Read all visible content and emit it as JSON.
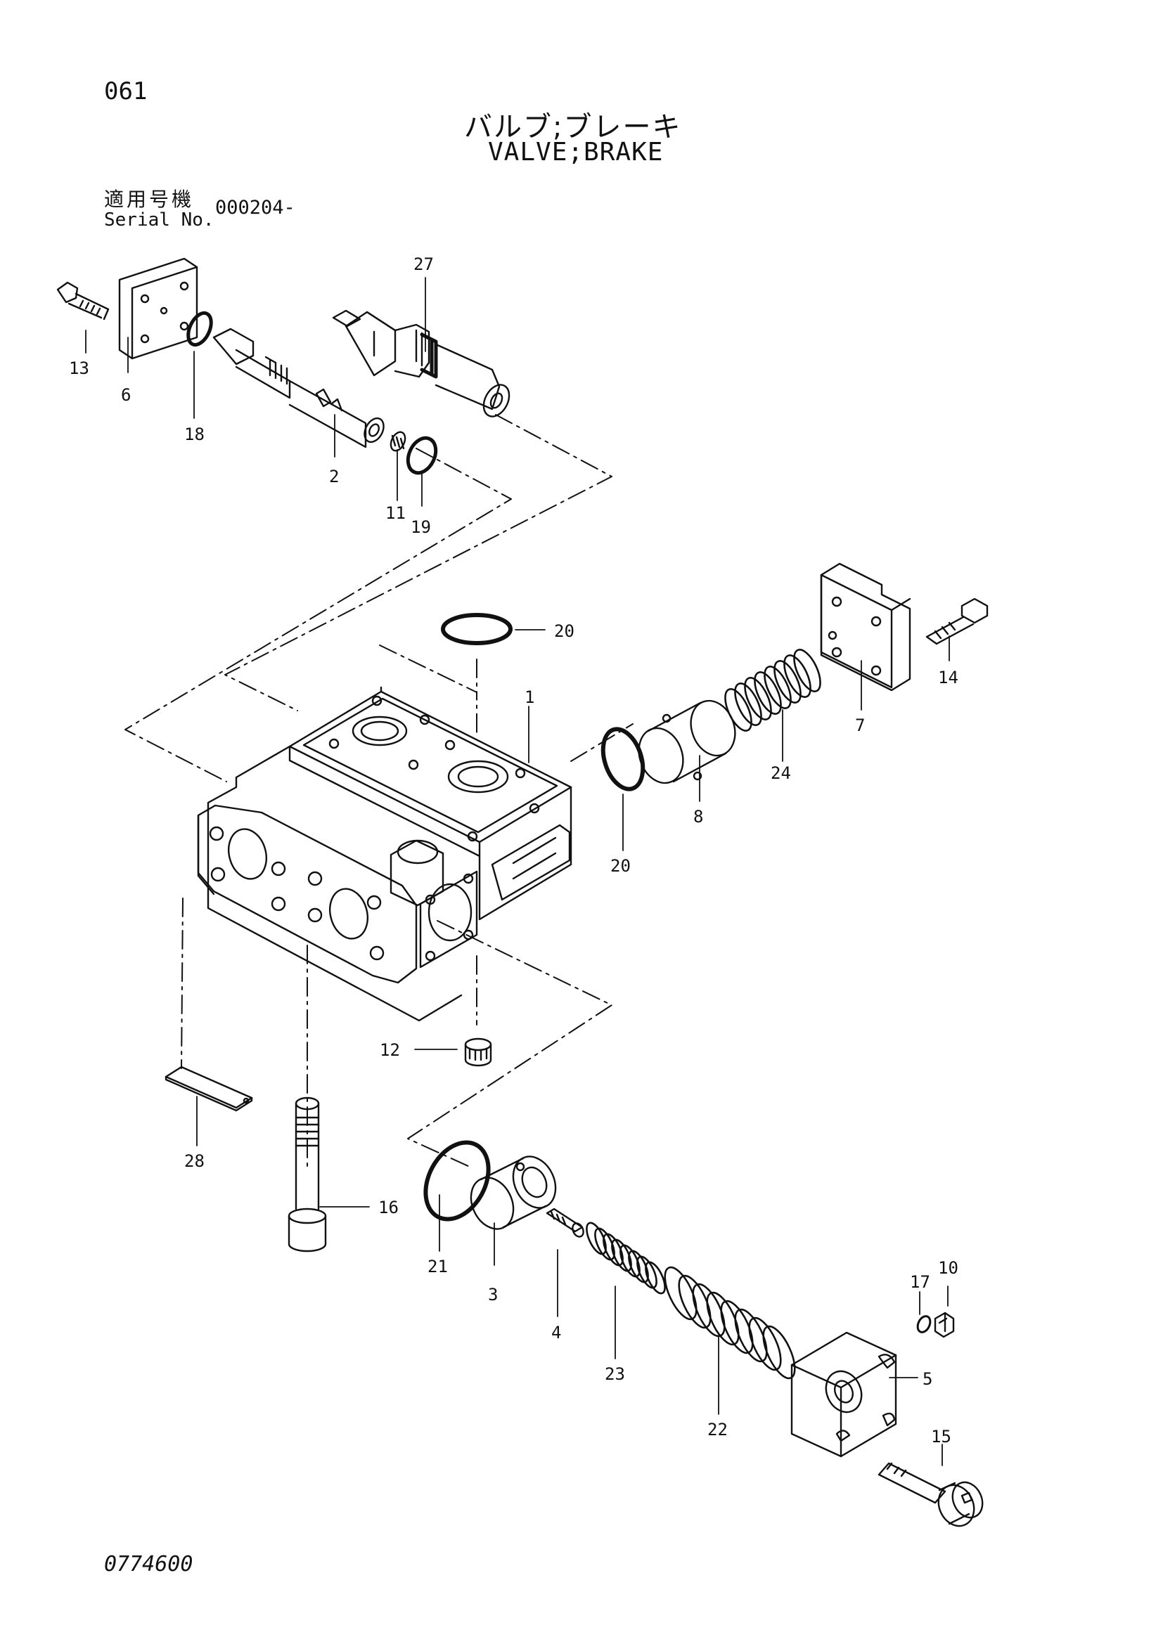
{
  "header": {
    "page_number": "061",
    "title_jp": "バルブ;ブレーキ",
    "title_en": "VALVE;BRAKE",
    "serial_label_jp": "適用号機",
    "serial_label_en": "Serial No.",
    "serial_value": "000204-"
  },
  "footer": {
    "drawing_code": "0774600"
  },
  "callouts": [
    {
      "id": "c27",
      "label": "27"
    },
    {
      "id": "c13",
      "label": "13"
    },
    {
      "id": "c6",
      "label": "6"
    },
    {
      "id": "c18",
      "label": "18"
    },
    {
      "id": "c2",
      "label": "2"
    },
    {
      "id": "c11",
      "label": "11"
    },
    {
      "id": "c19",
      "label": "19"
    },
    {
      "id": "c20a",
      "label": "20"
    },
    {
      "id": "c1",
      "label": "1"
    },
    {
      "id": "c14",
      "label": "14"
    },
    {
      "id": "c7",
      "label": "7"
    },
    {
      "id": "c24",
      "label": "24"
    },
    {
      "id": "c8",
      "label": "8"
    },
    {
      "id": "c20b",
      "label": "20"
    },
    {
      "id": "c12",
      "label": "12"
    },
    {
      "id": "c28",
      "label": "28"
    },
    {
      "id": "c16",
      "label": "16"
    },
    {
      "id": "c21",
      "label": "21"
    },
    {
      "id": "c3",
      "label": "3"
    },
    {
      "id": "c4",
      "label": "4"
    },
    {
      "id": "c23",
      "label": "23"
    },
    {
      "id": "c22",
      "label": "22"
    },
    {
      "id": "c17",
      "label": "17"
    },
    {
      "id": "c10",
      "label": "10"
    },
    {
      "id": "c5",
      "label": "5"
    },
    {
      "id": "c15",
      "label": "15"
    }
  ]
}
